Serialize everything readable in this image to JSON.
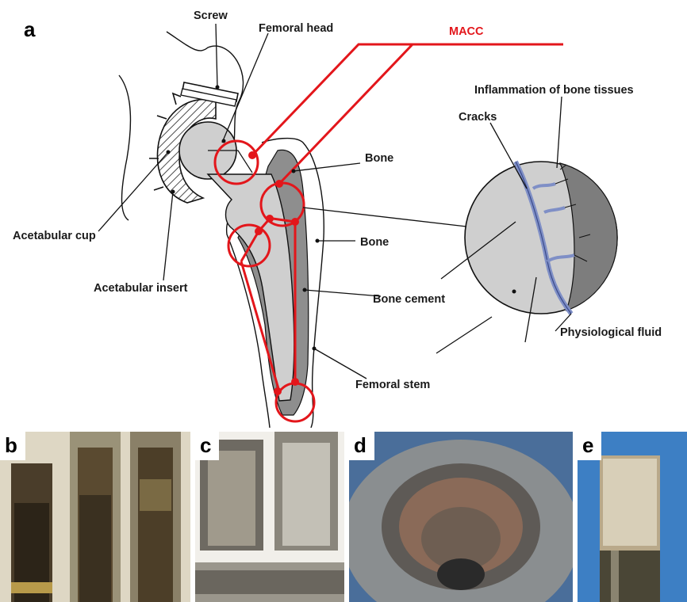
{
  "panels": {
    "a": "a",
    "b": "b",
    "c": "c",
    "d": "d",
    "e": "e"
  },
  "labels": {
    "screw": "Screw",
    "femoral_head": "Femoral head",
    "macc": "MACC",
    "inflammation": "Inflammation of bone tissues",
    "cracks": "Cracks",
    "bone_upper": "Bone",
    "bone_lower": "Bone",
    "acetabular_cup": "Acetabular cup",
    "acetabular_insert": "Acetabular insert",
    "bone_cement": "Bone cement",
    "femoral_stem": "Femoral stem",
    "physiological_fluid": "Physiological fluid"
  },
  "colors": {
    "macc_red": "#e3161b",
    "implant_gray": "#c9c9c9",
    "cement_gray": "#8e8e8e",
    "fluid_blue": "#7f8fc6",
    "photo_bg_blue": "#3d7fc4"
  }
}
